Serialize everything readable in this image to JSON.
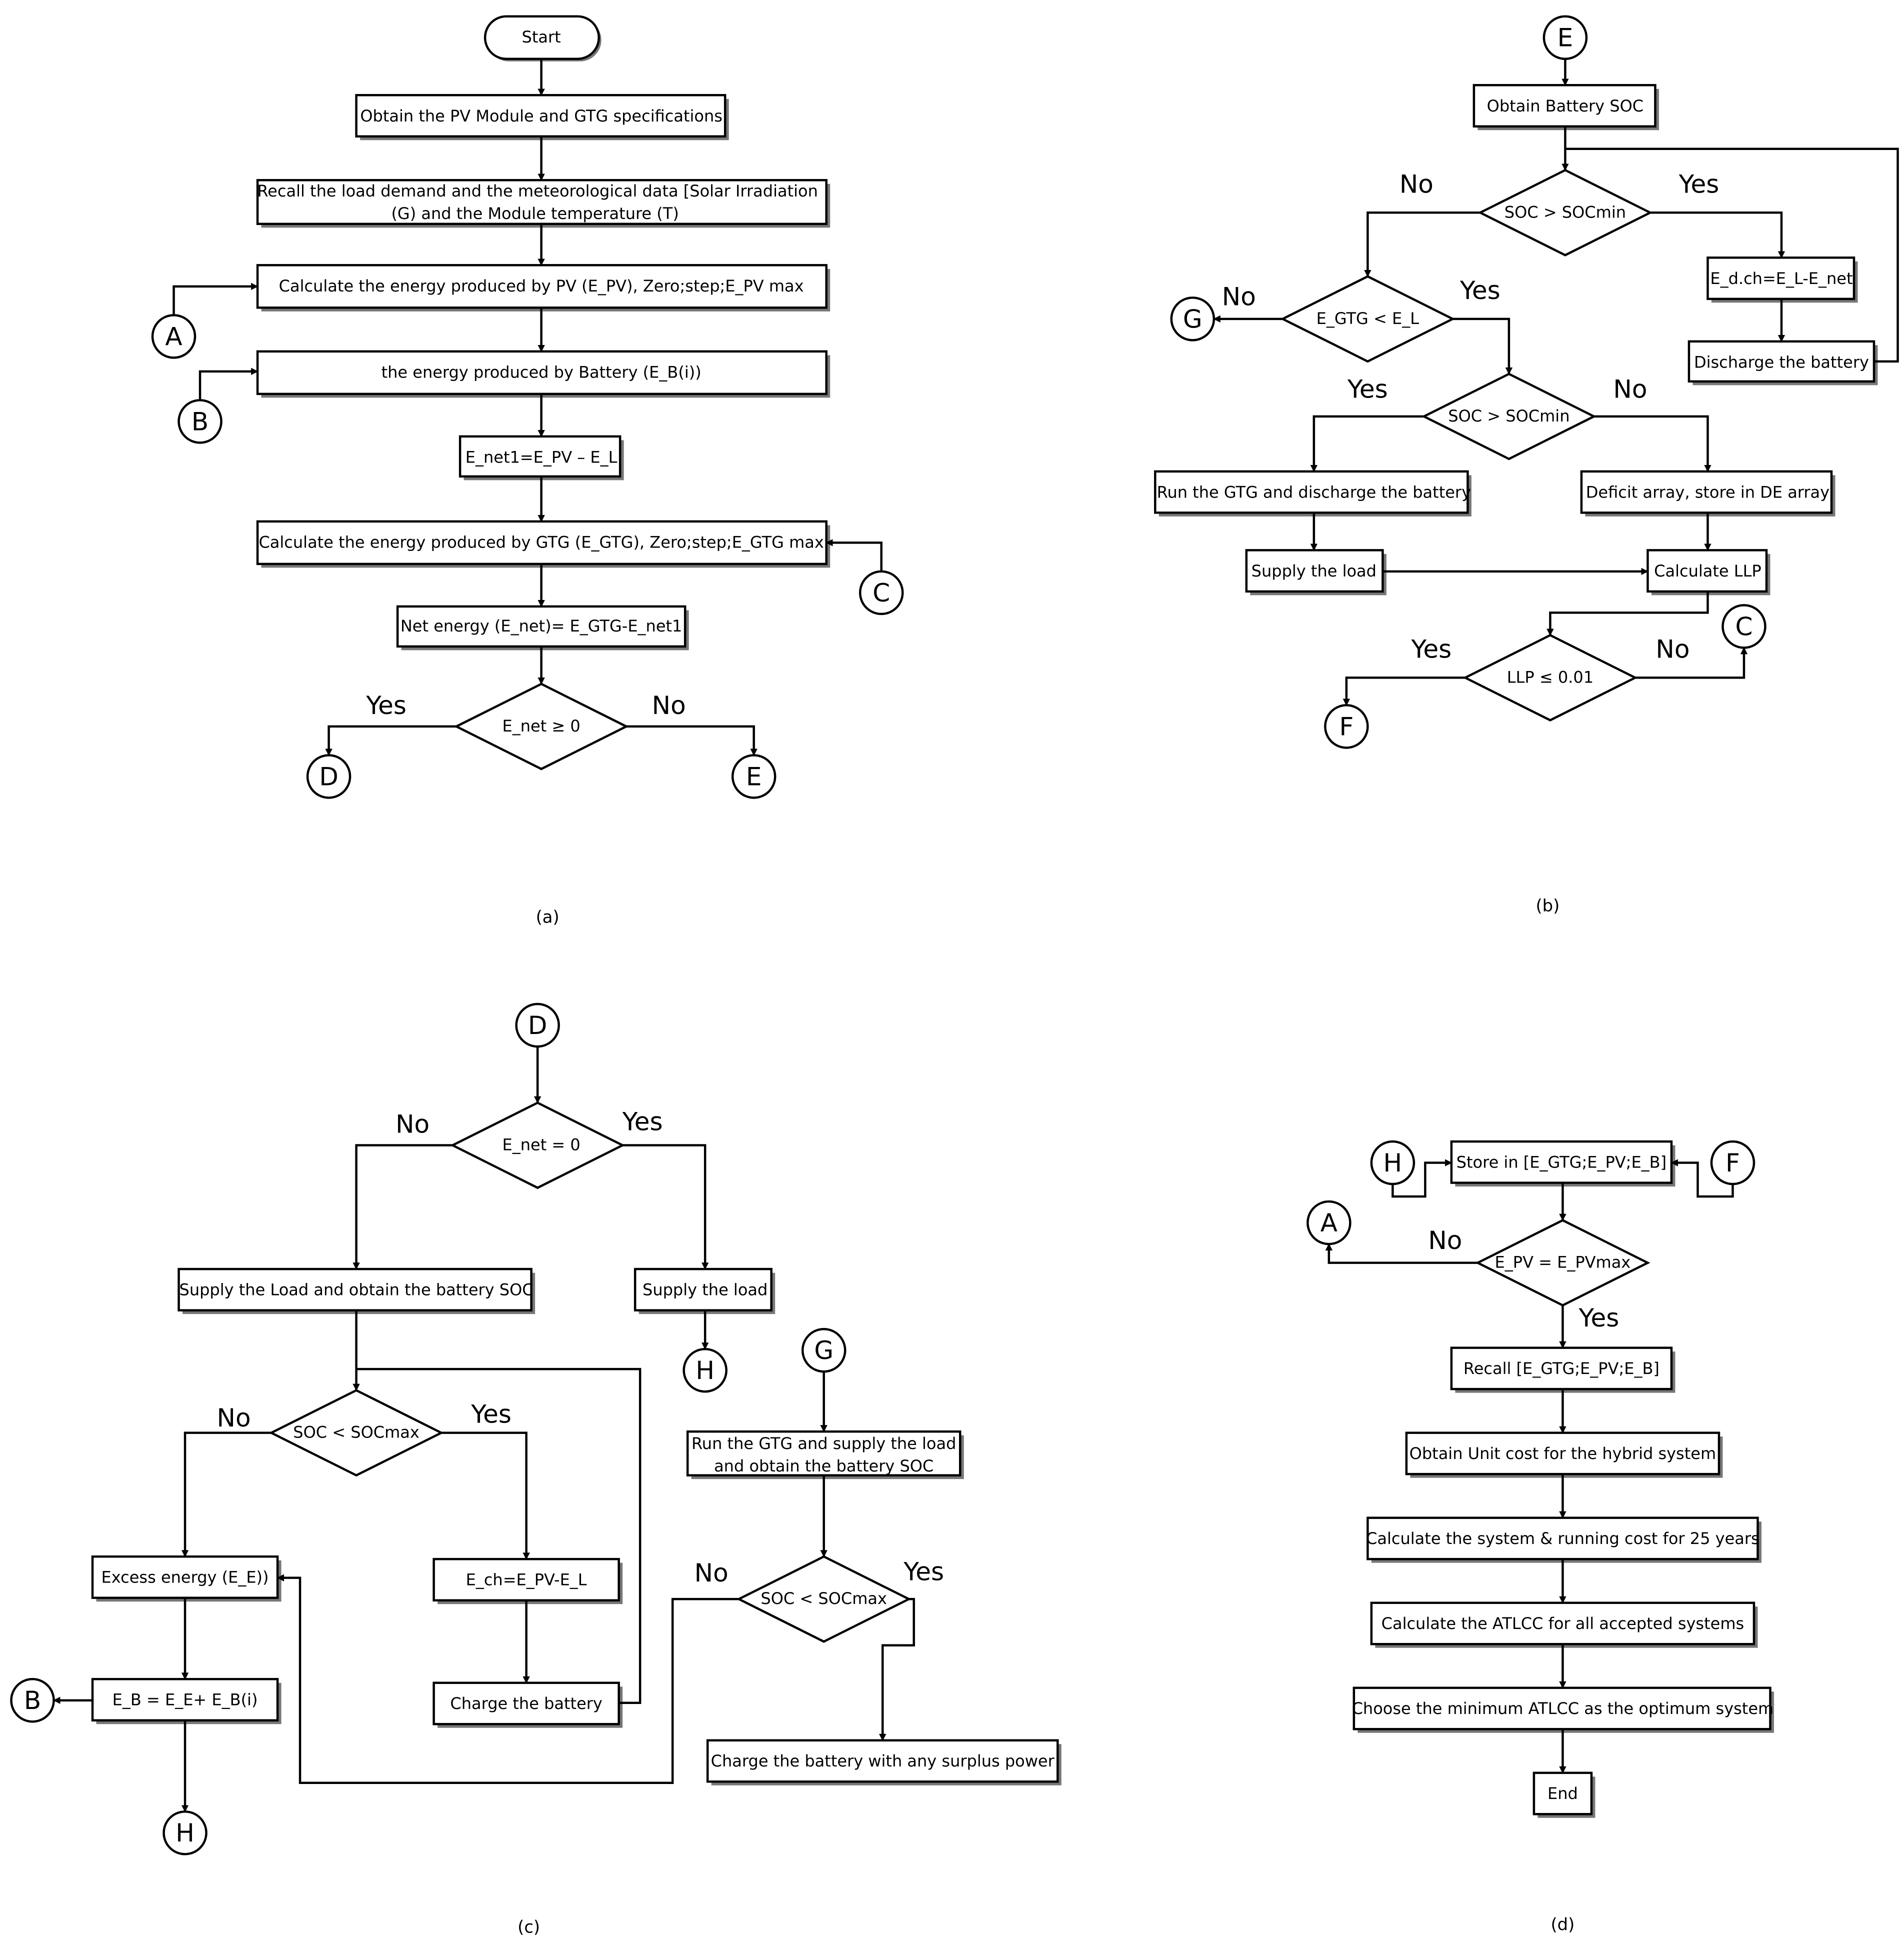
{
  "panel_a": {
    "caption": "(a)",
    "start": "Start",
    "obtain_specs": "Obtain the PV Module and GTG specifications",
    "recall_line1": "Recall the load demand and the meteorological data [Solar Irradiation",
    "recall_line2": "(G) and the Module temperature (T)",
    "calc_pv": "Calculate the energy produced by PV (E_PV), Zero;step;E_PV max",
    "battery_energy": "the energy produced by Battery (E_B(i))",
    "enet1": "E_net1=E_PV – E_L",
    "calc_gtg": "Calculate the energy produced by GTG (E_GTG), Zero;step;E_GTG max",
    "net_energy": "Net energy (E_net)= E_GTG-E_net1",
    "decision": "E_net ≥ 0",
    "yes": "Yes",
    "no": "No",
    "conn_a": "A",
    "conn_b": "B",
    "conn_c": "C",
    "conn_d": "D",
    "conn_e": "E"
  },
  "panel_b": {
    "caption": "(b)",
    "conn_e": "E",
    "obtain_soc": "Obtain Battery SOC",
    "dec_soc_min1": "SOC > SOCmin",
    "edch": "E_d.ch=E_L-E_net",
    "discharge": "Discharge the battery",
    "dec_gtg": "E_GTG < E_L",
    "conn_g": "G",
    "dec_soc_min2": "SOC > SOCmin",
    "run_gtg": "Run the GTG and discharge the battery",
    "deficit": "Deficit array, store in DE array",
    "supply_load": "Supply the load",
    "calc_llp": "Calculate LLP",
    "dec_llp": "LLP ≤ 0.01",
    "conn_c": "C",
    "conn_f": "F",
    "yes": "Yes",
    "no": "No"
  },
  "panel_c": {
    "caption": "(c)",
    "conn_d": "D",
    "dec_enet": "E_net = 0",
    "supply_obtain": "Supply the Load and obtain the battery SOC",
    "supply_load": "Supply the load",
    "conn_h": "H",
    "dec_soc_max1": "SOC < SOCmax",
    "excess": "Excess energy (E_E))",
    "ech": "E_ch=E_PV-E_L",
    "charge": "Charge the battery",
    "eb": "E_B = E_E+ E_B(i)",
    "conn_b": "B",
    "conn_g": "G",
    "run_gtg_line1": "Run the GTG and supply the load",
    "run_gtg_line2": "and obtain the battery SOC",
    "dec_soc_max2": "SOC < SOCmax",
    "charge_surplus": "Charge the battery with any surplus power",
    "yes": "Yes",
    "no": "No"
  },
  "panel_d": {
    "caption": "(d)",
    "conn_h": "H",
    "conn_f": "F",
    "conn_a": "A",
    "store": "Store in [E_GTG;E_PV;E_B]",
    "dec_epv": "E_PV = E_PVmax",
    "recall": "Recall [E_GTG;E_PV;E_B]",
    "unit_cost": "Obtain Unit cost for the hybrid system",
    "calc_cost": "Calculate the system & running cost for 25 years",
    "calc_atlcc": "Calculate the ATLCC for all accepted systems",
    "choose": "Choose the minimum ATLCC as the optimum system",
    "end": "End",
    "yes": "Yes",
    "no": "No"
  }
}
